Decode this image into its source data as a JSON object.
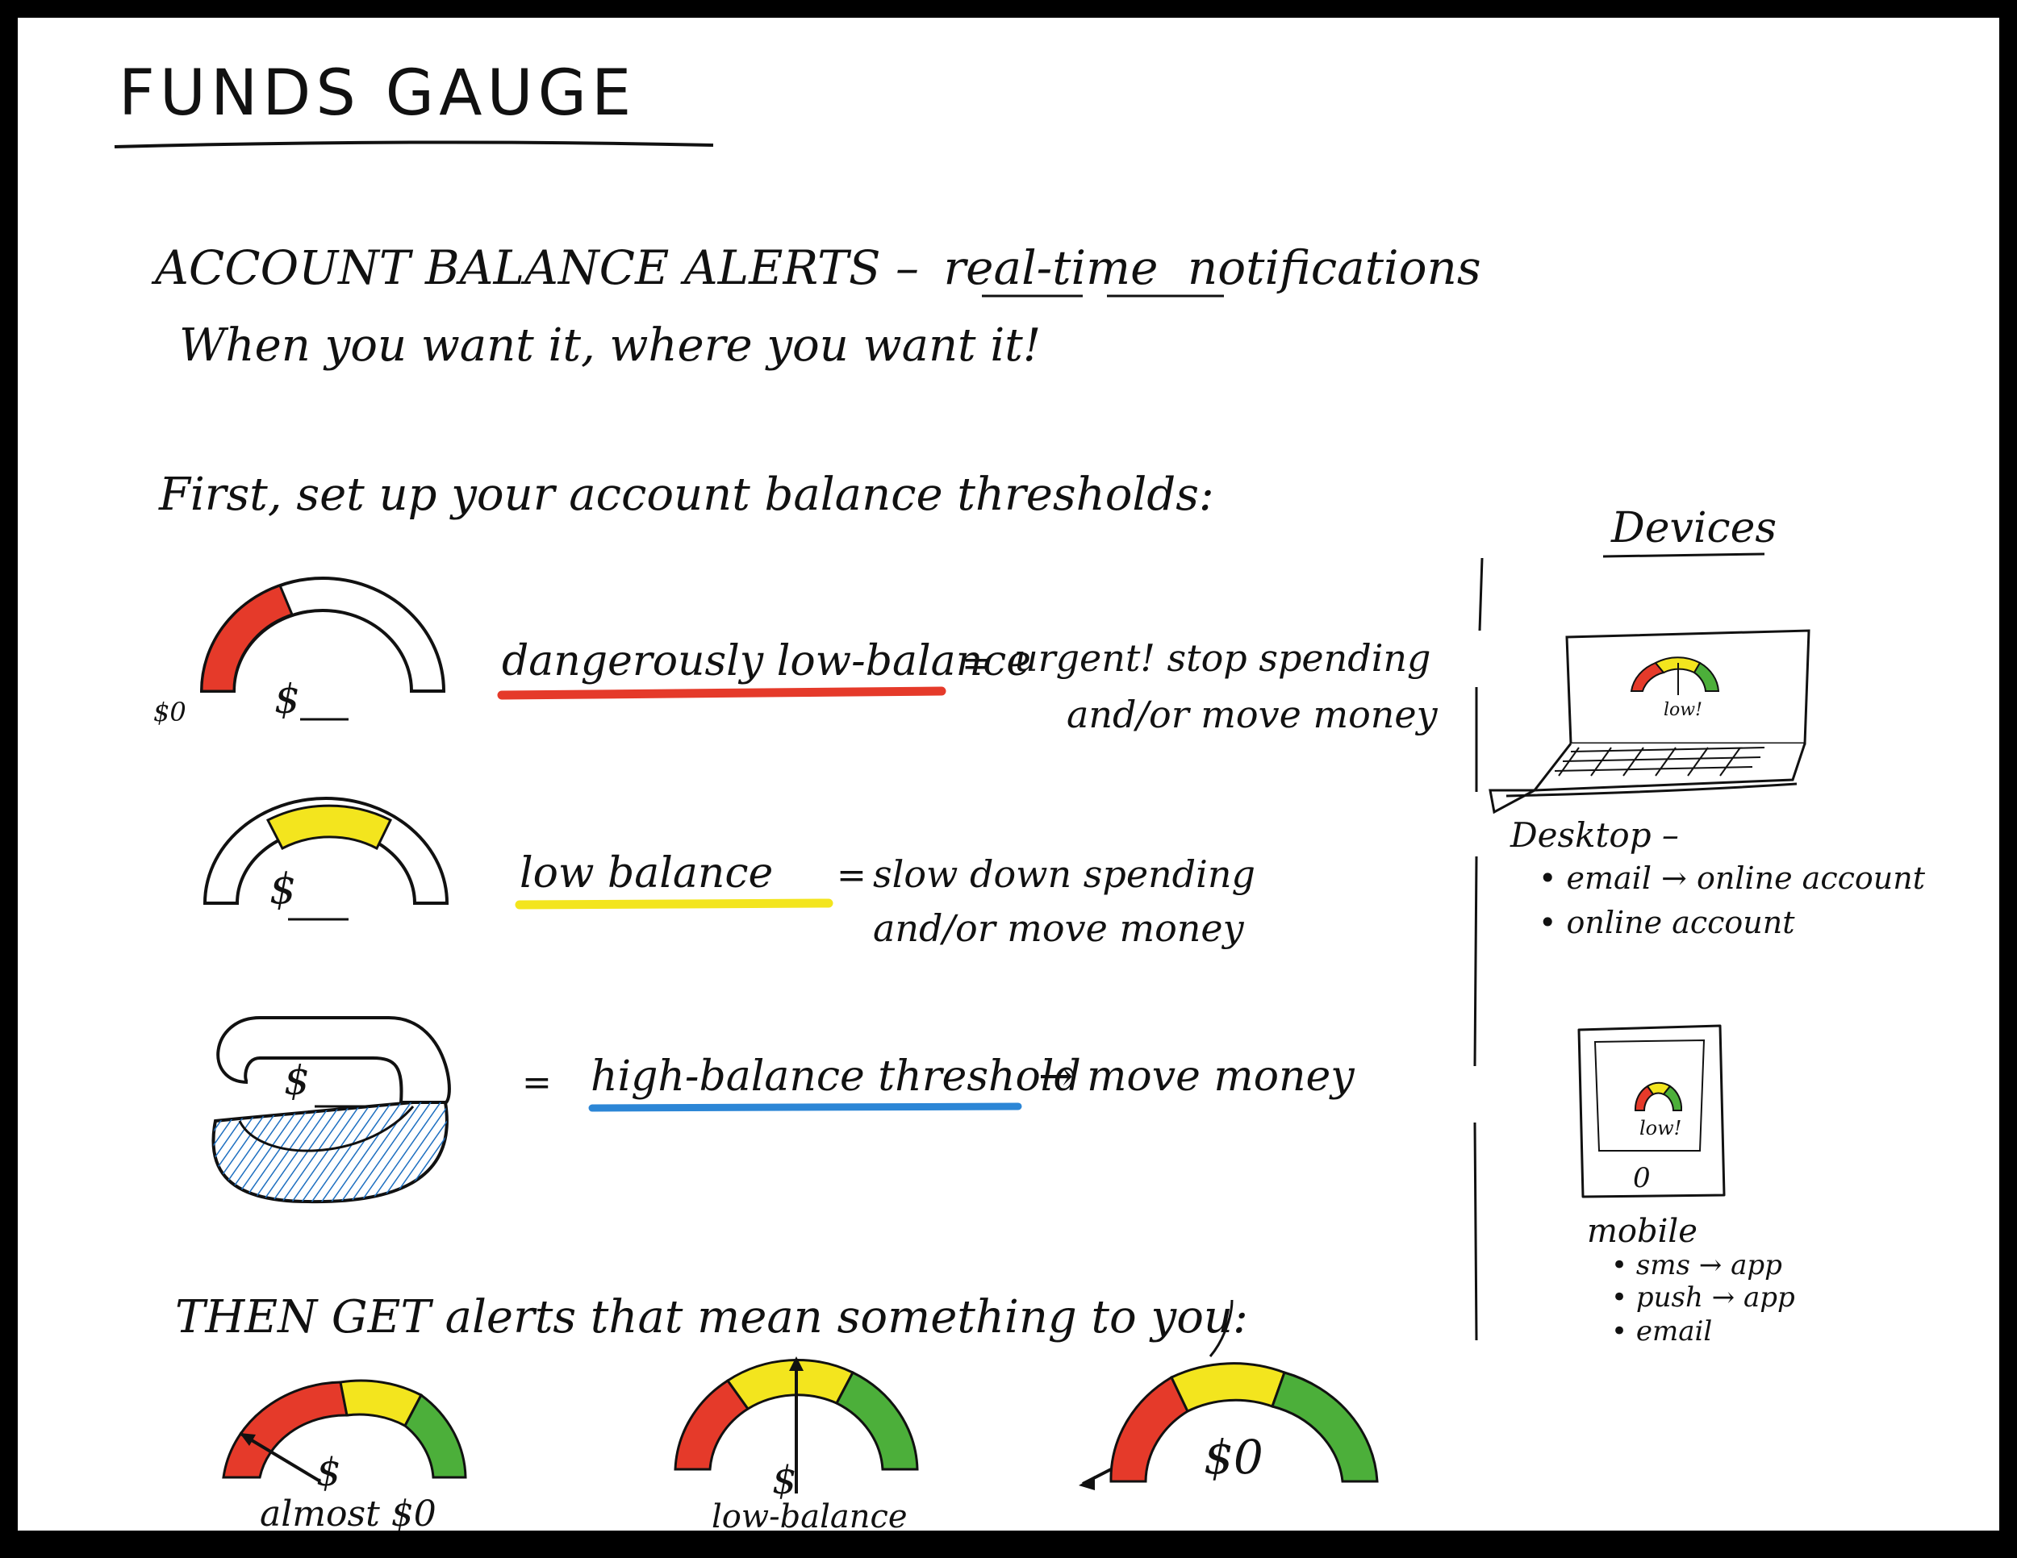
{
  "title": "FUNDS GAUGE",
  "headline": {
    "lead": "ACCOUNT BALANCE ALERTS –",
    "emph1": "real",
    "dash": "-",
    "emph2": "time",
    "tail": "notifications"
  },
  "tagline": "When you want it, where you want it!",
  "setup_heading": "First, set up your account balance thresholds:",
  "thresholds": [
    {
      "gauge": "arc",
      "zero_label": "$0",
      "gauge_label": "$",
      "name": "dangerously low-balance",
      "eq": "=",
      "desc_line1": "urgent! stop spending",
      "desc_line2": "and/or move money",
      "color": "#e53a2a",
      "fill_fraction": 0.3
    },
    {
      "gauge": "arc",
      "gauge_label": "$",
      "name": "low balance",
      "eq": "=",
      "desc_line1": "slow down spending",
      "desc_line2": "and/or move money",
      "color": "#f3e51e",
      "fill_fraction": 0.33
    },
    {
      "gauge": "ring",
      "gauge_label": "$",
      "eq": "=",
      "name": "high-balance threshold",
      "desc_line1": "→ move money",
      "color": "#2c86d6",
      "fill_fraction": 0.4
    }
  ],
  "alerts_heading": "THEN GET alerts that mean something to you:",
  "alerts": [
    {
      "label_on_gauge": "$",
      "caption": "almost $0",
      "needle": 0.2
    },
    {
      "label_on_gauge": "$",
      "caption": "low-balance",
      "needle": 0.5
    },
    {
      "label_on_gauge": "$0",
      "caption": "",
      "needle": 0.0
    }
  ],
  "devices": {
    "heading": "Devices",
    "desktop": {
      "screen_label": "low!",
      "name": "Desktop –",
      "items": [
        "• email → online account",
        "• online account"
      ]
    },
    "mobile": {
      "screen_label": "low!",
      "home_button": "0",
      "name": "mobile",
      "items": [
        "• sms → app",
        "• push → app",
        "• email"
      ]
    }
  },
  "colors": {
    "red": "#e53a2a",
    "yellow": "#f3e51e",
    "green": "#4caf3a",
    "blue": "#2c86d6",
    "ink": "#111111"
  }
}
